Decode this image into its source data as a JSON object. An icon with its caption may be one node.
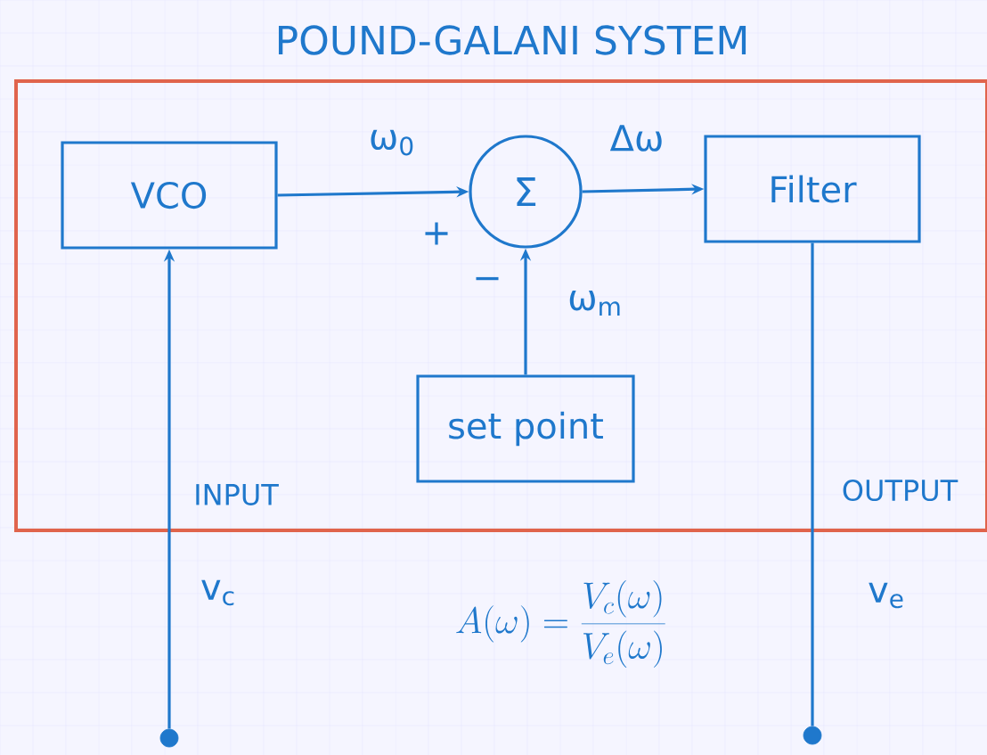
{
  "diagram": {
    "title": "POUND-GALANI SYSTEM",
    "nodes": [
      {
        "text": [],
        "shape": "box"
      },
      {
        "text": [
          "VCO"
        ],
        "in": 0
      },
      {
        "text": [
          "Σ"
        ],
        "in": 0
      },
      {
        "text": [
          "Filter"
        ],
        "in": 0
      },
      {
        "text": [
          "set point"
        ],
        "in": 0
      },
      {
        "text": [],
        "shape": "circle"
      },
      {
        "text": [],
        "shape": "circle"
      }
    ],
    "edges": [
      {
        "from": 1,
        "to": 2,
        "arrow": "to",
        "label": "ω$_{0}$"
      },
      {
        "from": 2,
        "to": 3,
        "arrow": "to",
        "label": "Δω"
      },
      {
        "from": 4,
        "to": 2,
        "arrow": "to",
        "label": "ω$_{m}$"
      },
      {
        "from": 5,
        "to": 1,
        "arrow": "to"
      },
      {
        "from": 3,
        "to": 6,
        "arrow": "none"
      }
    ],
    "labels": [
      "+",
      "−",
      "INPUT",
      "OUTPUT",
      "v$_{c}$",
      "v$_{e}$",
      "A(\\omega) = \\frac{V_c(\\omega)}{V_e(\\omega)}"
    ]
  }
}
